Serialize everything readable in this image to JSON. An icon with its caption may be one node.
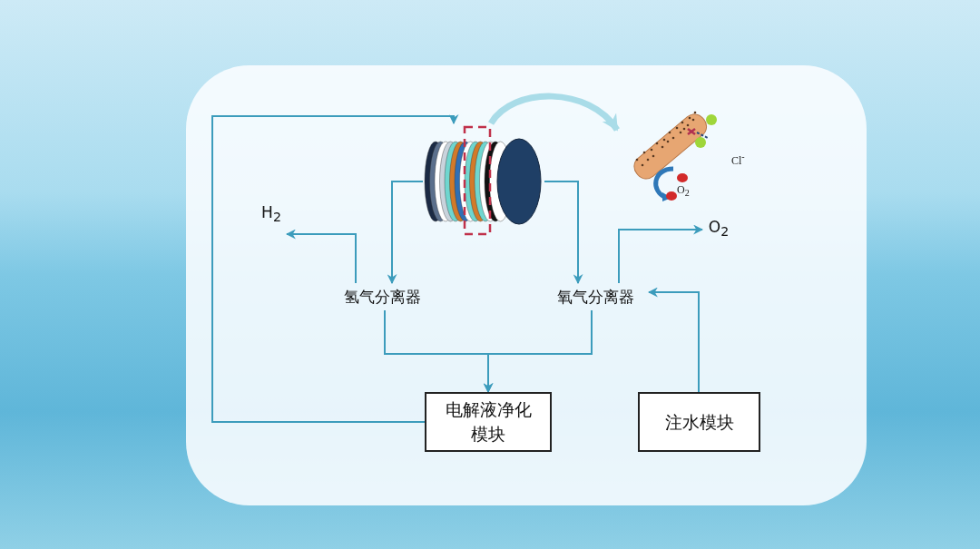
{
  "diagram": {
    "nodes": [
      {
        "text": [],
        "shape": "picture"
      },
      {
        "text": [],
        "shape": "picture"
      },
      {
        "text": [
          "H$_{2}$"
        ]
      },
      {
        "text": [
          "氢气分离器"
        ]
      },
      {
        "text": [
          "氧气分离器"
        ]
      },
      {
        "text": [
          "O$_{2}$"
        ]
      },
      {
        "text": [
          "电解液净化模块"
        ]
      },
      {
        "text": [
          "注水模块"
        ]
      }
    ],
    "edges": [
      {
        "from": 6,
        "to": 0,
        "arrow": "to"
      },
      {
        "from": 0,
        "to": 3,
        "arrow": "to"
      },
      {
        "from": 0,
        "to": 4,
        "arrow": "to"
      },
      {
        "from": 3,
        "to": 2,
        "arrow": "to"
      },
      {
        "from": 4,
        "to": 5,
        "arrow": "to"
      },
      {
        "from": 3,
        "to": 6,
        "arrow": "to"
      },
      {
        "from": 4,
        "to": 6,
        "arrow": "to"
      },
      {
        "from": 7,
        "to": 4,
        "arrow": "to"
      },
      {
        "from": 0,
        "to": 1,
        "arrow": "to",
        "style": "thick",
        "color": "#a9dce8"
      }
    ],
    "labels": [
      "Cl$^{-}$",
      "O$_{2}$"
    ]
  }
}
